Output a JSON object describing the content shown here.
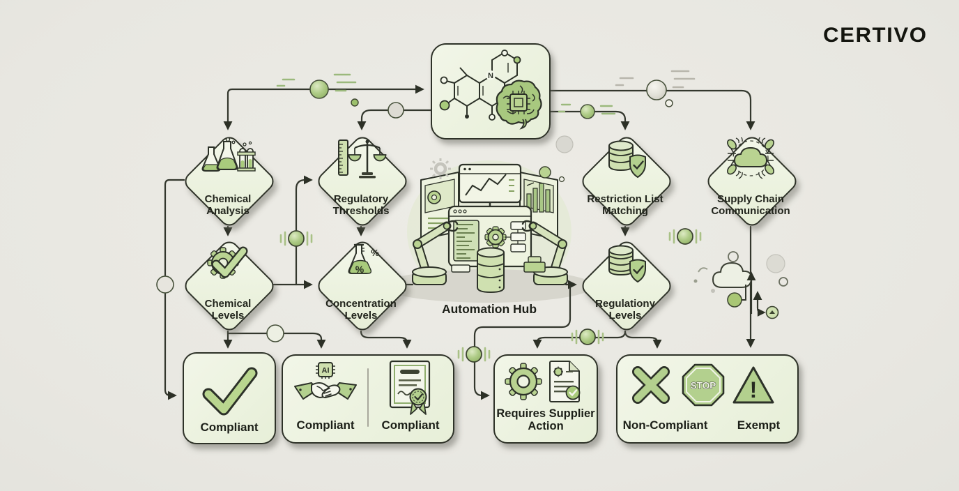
{
  "brand": {
    "logo": "CERTIVO"
  },
  "nodes": {
    "chemical_analysis": "Chemical Analysis",
    "regulatory_thresholds": "Regulatory Thresholds",
    "restriction_list_matching": "Restriction List Matching",
    "supply_chain_communication": "Supply Chain Communication",
    "chemical_levels": "Chemical Levels",
    "concentration_levels": "Concentration Levels",
    "regulationy_levels": "Regulationy Levels",
    "automation_hub": "Automation Hub",
    "compliant_check": "Compliant",
    "compliant_handshake": "Compliant",
    "compliant_certificate": "Compliant",
    "requires_supplier_action": "Requires Supplier Action",
    "non_compliant": "Non-Compliant",
    "exempt": "Exempt"
  },
  "icon_text": {
    "stop_sign": "STOP",
    "ai_chip": "AI",
    "nitrogen": "N",
    "percent_inside_flask": "%",
    "percent_beside_flask": "%",
    "exclamation": "!"
  },
  "colors": {
    "background": "#e9e8e2",
    "node_fill_light": "#f2f6e8",
    "node_fill_dark": "#e6eed6",
    "accent_green": "#aecb86",
    "icon_green": "#b9d391",
    "outline": "#2e3228",
    "connector": "#33372d",
    "text": "#20231c"
  }
}
